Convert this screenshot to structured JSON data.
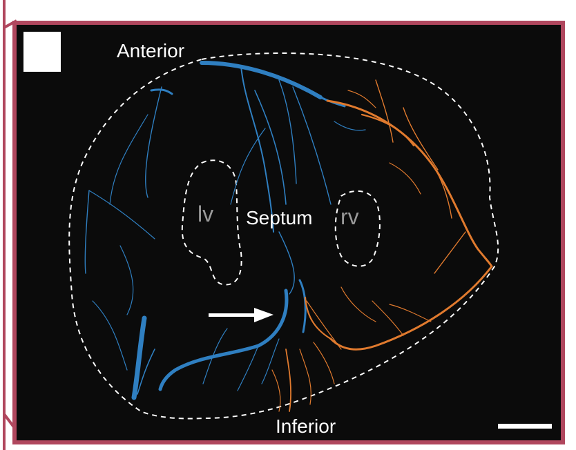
{
  "labels": {
    "anterior": "Anterior",
    "inferior": "Inferior",
    "septum": "Septum",
    "lv": "lv",
    "rv": "rv"
  },
  "colors": {
    "frame": "#b0475e",
    "background": "#0b0b0b",
    "blue_vessels": "#2f7fc1",
    "orange_vessels": "#e07a2e",
    "outline": "#ffffff",
    "chamber_text": "#9a9a9a"
  },
  "icons": {
    "arrow": "arrow-right-icon",
    "scale": "scale-bar"
  }
}
